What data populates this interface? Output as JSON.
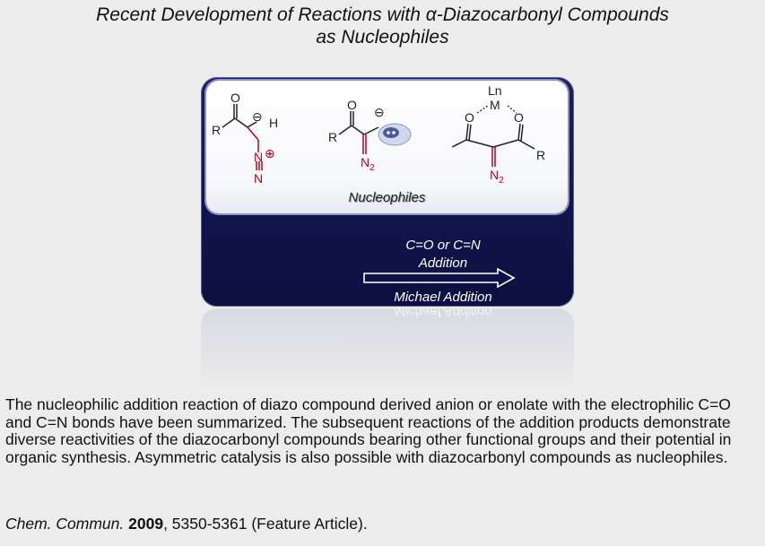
{
  "title": {
    "line1": "Recent Development of Reactions with α-Diazocarbonyl Compounds",
    "line2": "as Nucleophiles"
  },
  "graphic": {
    "panel_label": "Nucleophiles",
    "arrow_top_line1": "C=O or C=N",
    "arrow_top_line2": "Addition",
    "arrow_bottom": "Michael Addition",
    "structure_labels": {
      "s1_oxygen": "O",
      "s1_R": "R",
      "s1_charge": "⊖",
      "s1_H": "H",
      "s1_N1": "N",
      "s1_N1_charge": "⊕",
      "s1_N2": "N",
      "s2_oxygen": "O",
      "s2_R": "R",
      "s2_charge": "⊖",
      "s2_N2": "N",
      "s2_N2_sub": "2",
      "s3_Ln": "Ln",
      "s3_M": "M",
      "s3_O_left": "O",
      "s3_O_right": "O",
      "s3_R": "R",
      "s3_N2": "N",
      "s3_N2_sub": "2"
    },
    "colors": {
      "background": "#11154d",
      "diazo_red": "#c0001a"
    }
  },
  "body": {
    "paragraph": "The nucleophilic addition reaction of diazo compound derived anion or enolate with the electrophilic C=O and C=N bonds have been summarized. The subsequent reactions of the addition products demonstrate diverse reactivities of the diazocarbonyl compounds bearing other functional groups and their potential in organic synthesis. Asymmetric catalysis is also possible with diazocarbonyl compounds as nucleophiles."
  },
  "citation": {
    "journal": "Chem. Commun.",
    "year": "2009",
    "pages": ", 5350-5361 (Feature Article)."
  }
}
